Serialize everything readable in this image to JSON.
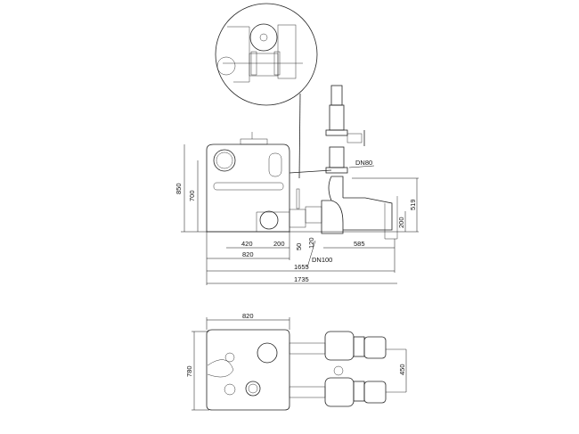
{
  "side_view": {
    "dimensions": {
      "height_total": "850",
      "height_inlet": "700",
      "inlet_offset": "420",
      "outlet_offset": "200",
      "base_50": "50",
      "base_120": "120",
      "pump_length": "585",
      "tank_width": "820",
      "length_1655": "1655",
      "length_1735": "1735",
      "outlet_height": "519",
      "pump_axis_height": "200"
    },
    "labels": {
      "discharge": "DN80",
      "suction": "DN100"
    }
  },
  "top_view": {
    "dimensions": {
      "tank_width": "820",
      "tank_depth": "780",
      "pump_spacing": "450"
    }
  }
}
